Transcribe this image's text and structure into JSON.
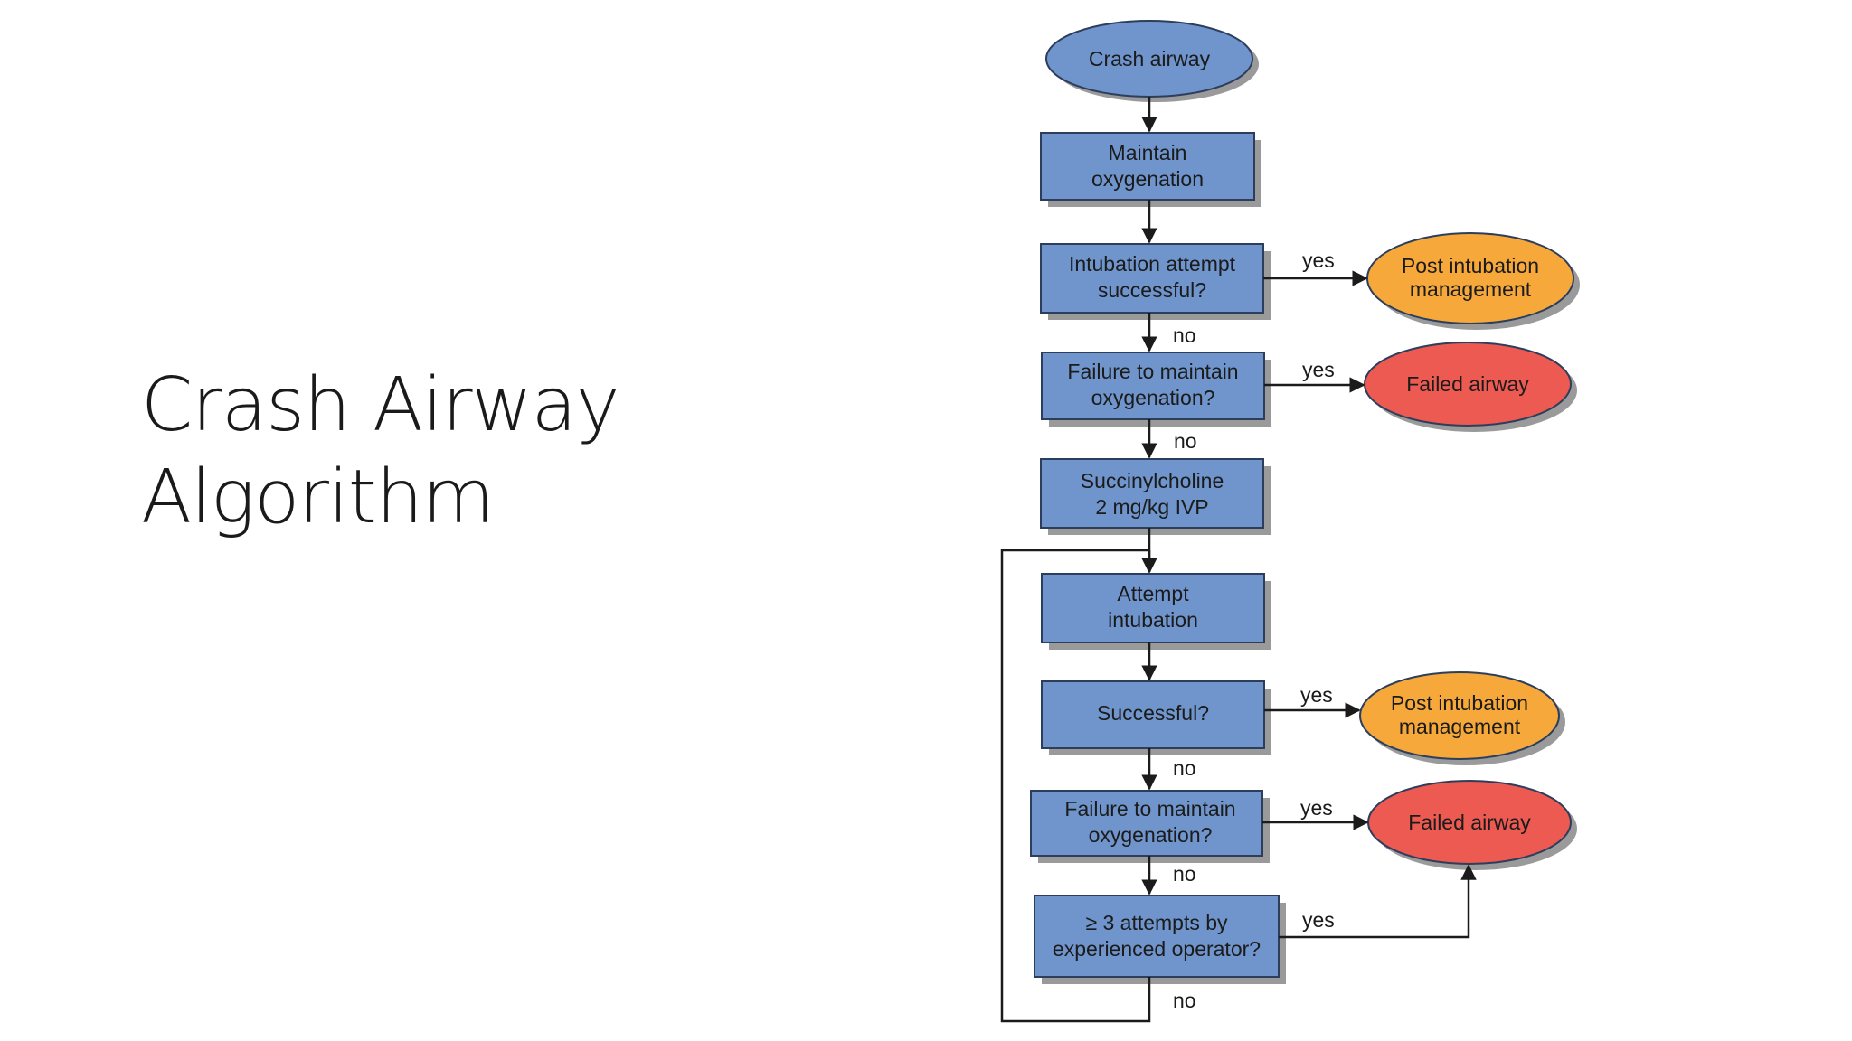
{
  "slide": {
    "title_line1": "Crash Airway",
    "title_line2": "Algorithm"
  },
  "flowchart": {
    "start": "Crash airway",
    "steps": {
      "maintain_oxygenation": [
        "Maintain",
        "oxygenation"
      ],
      "intubation_attempt": [
        "Intubation attempt",
        "successful?"
      ],
      "failure_oxygenation_1": [
        "Failure to maintain",
        "oxygenation?"
      ],
      "succinylcholine": [
        "Succinylcholine",
        "2 mg/kg IVP"
      ],
      "attempt_intubation": [
        "Attempt",
        "intubation"
      ],
      "successful": [
        "Successful?"
      ],
      "failure_oxygenation_2": [
        "Failure to maintain",
        "oxygenation?"
      ],
      "three_attempts": [
        "≥ 3 attempts by",
        "experienced operator?"
      ]
    },
    "outcomes": {
      "post_intubation_1": [
        "Post intubation",
        "management"
      ],
      "failed_airway_1": [
        "Failed airway"
      ],
      "post_intubation_2": [
        "Post intubation",
        "management"
      ],
      "failed_airway_2": [
        "Failed airway"
      ]
    },
    "labels": {
      "yes": "yes",
      "no": "no"
    },
    "colors": {
      "process": "#6f95cc",
      "start": "#6f95cc",
      "post_intubation": "#f6a93a",
      "failed_airway": "#ec5a52",
      "shadow": "#9a9a9a",
      "line": "#1b1b1b"
    }
  }
}
